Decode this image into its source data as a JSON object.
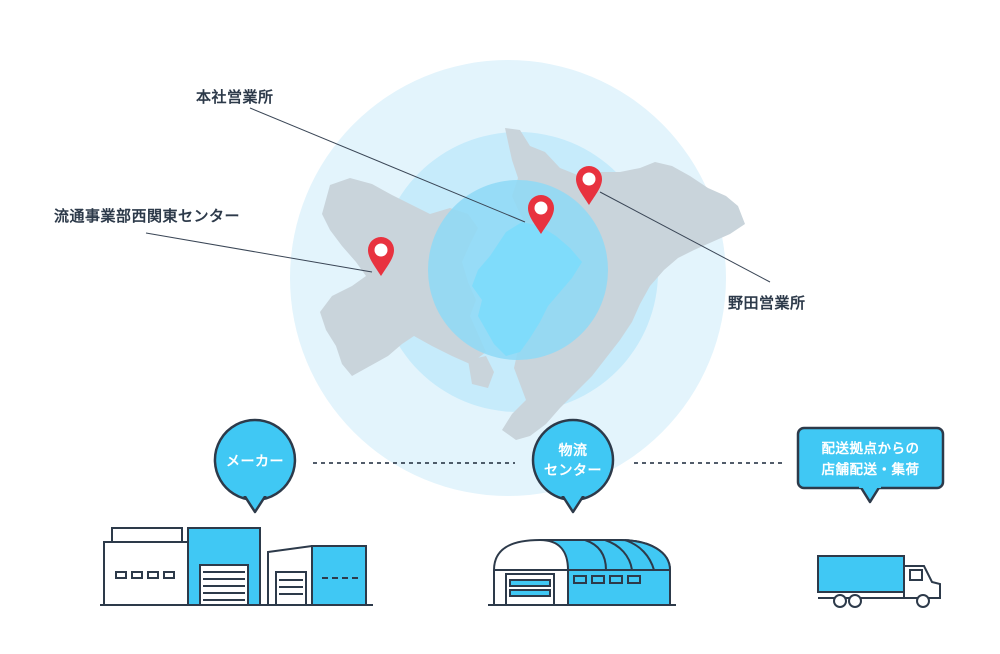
{
  "offices": {
    "honsha": "本社営業所",
    "nishi_kanto": "流通事業部西関東センター",
    "noda": "野田営業所"
  },
  "flow": {
    "maker": "メーカー",
    "logistics_line1": "物流",
    "logistics_line2": "センター",
    "delivery_line1": "配送拠点からの",
    "delivery_line2": "店舗配送・集荷"
  },
  "colors": {
    "ring_outer": "#e3f4fc",
    "ring_mid": "#c6ebfb",
    "ring_inner": "#8ed9f6",
    "land": "#c9d4db",
    "highlight": "#7fdcfb",
    "accent": "#40c8f4",
    "pin": "#e8323f",
    "outline": "#2d3a4a"
  }
}
